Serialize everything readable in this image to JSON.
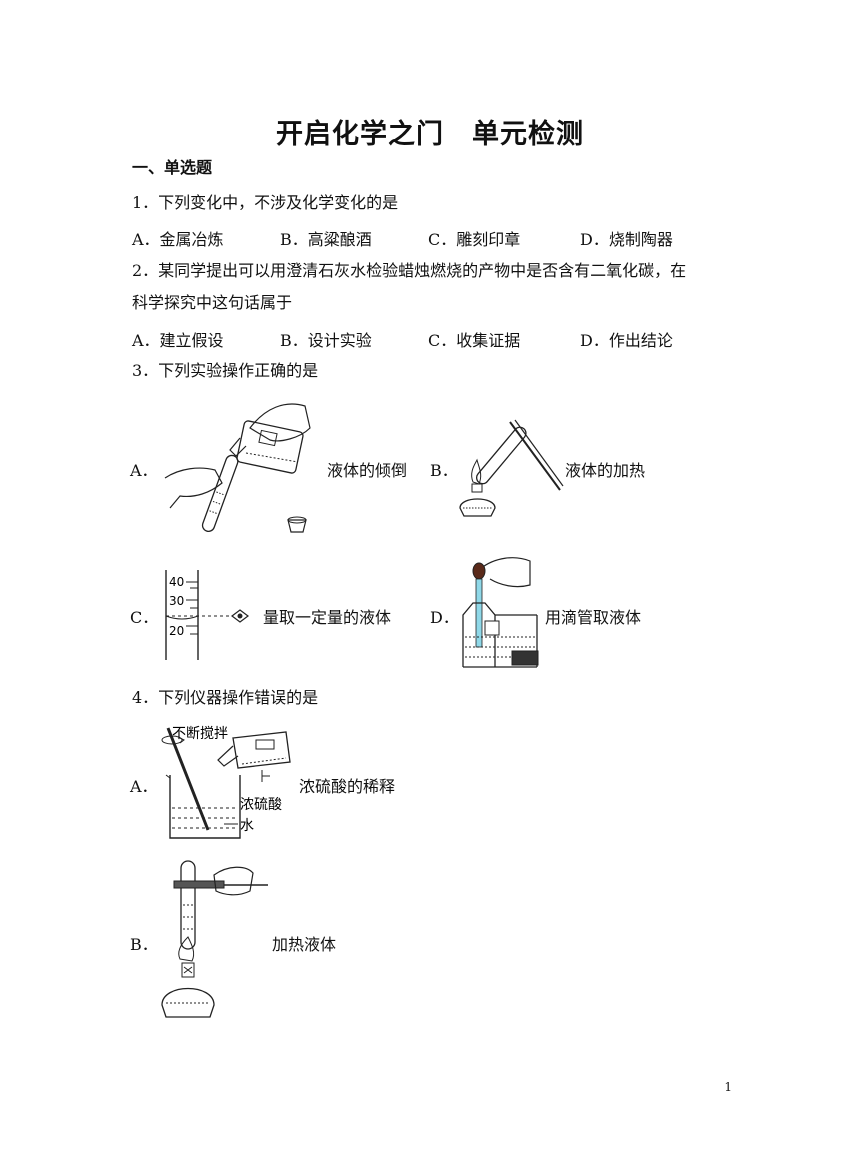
{
  "doc": {
    "title": "开启化学之门　单元检测",
    "section": "一、单选题",
    "page_number": "1"
  },
  "q1": {
    "stem": "1．下列变化中，不涉及化学变化的是",
    "options": [
      "A．金属冶炼",
      "B．高粱酿酒",
      "C．雕刻印章",
      "D．烧制陶器"
    ]
  },
  "q2": {
    "stem_line1": "2．某同学提出可以用澄清石灰水检验蜡烛燃烧的产物中是否含有二氧化碳，在",
    "stem_line2": "科学探究中这句话属于",
    "options": [
      "A．建立假设",
      "B．设计实验",
      "C．收集证据",
      "D．作出结论"
    ]
  },
  "q3": {
    "stem": "3．下列实验操作正确的是",
    "options": [
      {
        "letter": "A．",
        "caption": "液体的倾倒"
      },
      {
        "letter": "B．",
        "caption": "液体的加热"
      },
      {
        "letter": "C．",
        "caption": "量取一定量的液体"
      },
      {
        "letter": "D．",
        "caption": "用滴管取液体"
      }
    ],
    "cylinder_marks": [
      "40",
      "30",
      "20"
    ]
  },
  "q4": {
    "stem": "4．下列仪器操作错误的是",
    "options": [
      {
        "letter": "A．",
        "caption": "浓硫酸的稀释"
      },
      {
        "letter": "B．",
        "caption": "加热液体"
      }
    ],
    "figure_labels": {
      "stir": "不断搅拌",
      "acid": "浓硫酸",
      "water": "水"
    }
  }
}
